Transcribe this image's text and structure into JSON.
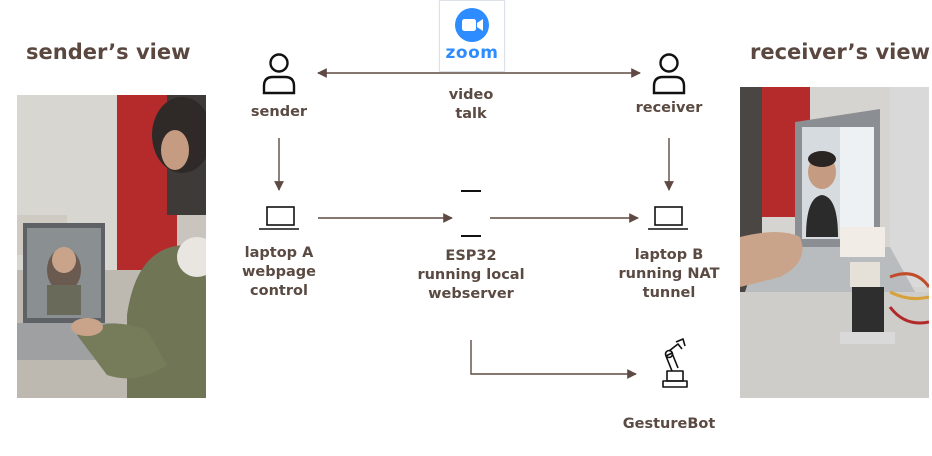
{
  "titles": {
    "left": "sender’s view",
    "right": "receiver’s view"
  },
  "zoom": {
    "logo_text": "zoom"
  },
  "nodes": {
    "sender": {
      "lines": [
        "sender"
      ],
      "icon": "person-icon"
    },
    "receiver": {
      "lines": [
        "receiver"
      ],
      "icon": "person-icon"
    },
    "video_talk": {
      "lines": [
        "video",
        "talk"
      ]
    },
    "laptop_a": {
      "lines": [
        "laptop A",
        "webpage",
        "control"
      ],
      "icon": "laptop-icon"
    },
    "esp32": {
      "lines": [
        "ESP32",
        "running local",
        "webserver"
      ],
      "icon": "chip-icon"
    },
    "laptop_b": {
      "lines": [
        "laptop B",
        "running NAT",
        "tunnel"
      ],
      "icon": "laptop-icon"
    },
    "gesturebot": {
      "lines": [
        "GestureBot"
      ],
      "icon": "robot-arm-icon"
    }
  },
  "colors": {
    "line": "#5e4a42",
    "text": "#5a4a42",
    "zoom_blue": "#2d8cff"
  }
}
